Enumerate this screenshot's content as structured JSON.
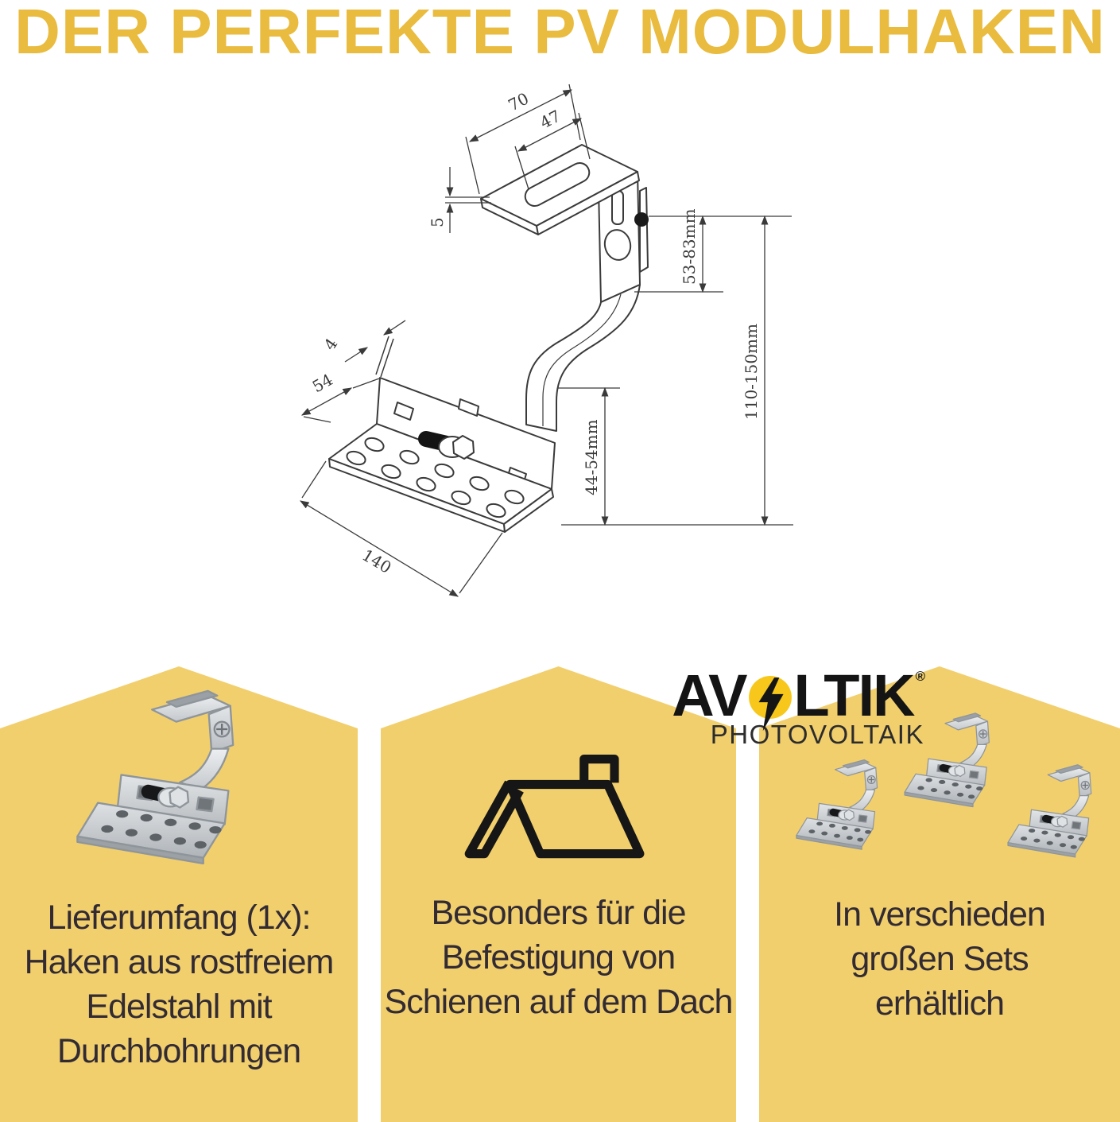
{
  "title": {
    "text": "DER PERFEKTE PV MODULHAKEN"
  },
  "colors": {
    "gold": "#E9BB3E",
    "panel": "#F2CF6D",
    "logoyellow": "#F7C81B",
    "ink": "#322B33",
    "line": "#3A3A3A"
  },
  "diagram": {
    "dims": {
      "top_width": "70",
      "slot_width": "47",
      "plate_thickness": "5",
      "hook_adjust_range": "53-83mm",
      "total_height_range": "110-150mm",
      "sheet_thickness": "4",
      "base_depth": "54",
      "lower_adjust_range": "44-54mm",
      "base_length": "140"
    }
  },
  "logo": {
    "wordmark_start": "AV",
    "wordmark_end": "LTIK",
    "trademark": "®",
    "subtitle": "PHOTOVOLTAIK"
  },
  "panels": [
    {
      "lines": [
        "Lieferumfang (1x):",
        "Haken aus rostfreiem",
        "Edelstahl mit",
        "Durchbohrungen"
      ]
    },
    {
      "lines": [
        "Besonders für die",
        "Befestigung von",
        "Schienen auf dem Dach"
      ]
    },
    {
      "lines": [
        "In verschieden",
        "großen Sets",
        "erhältlich"
      ]
    }
  ]
}
